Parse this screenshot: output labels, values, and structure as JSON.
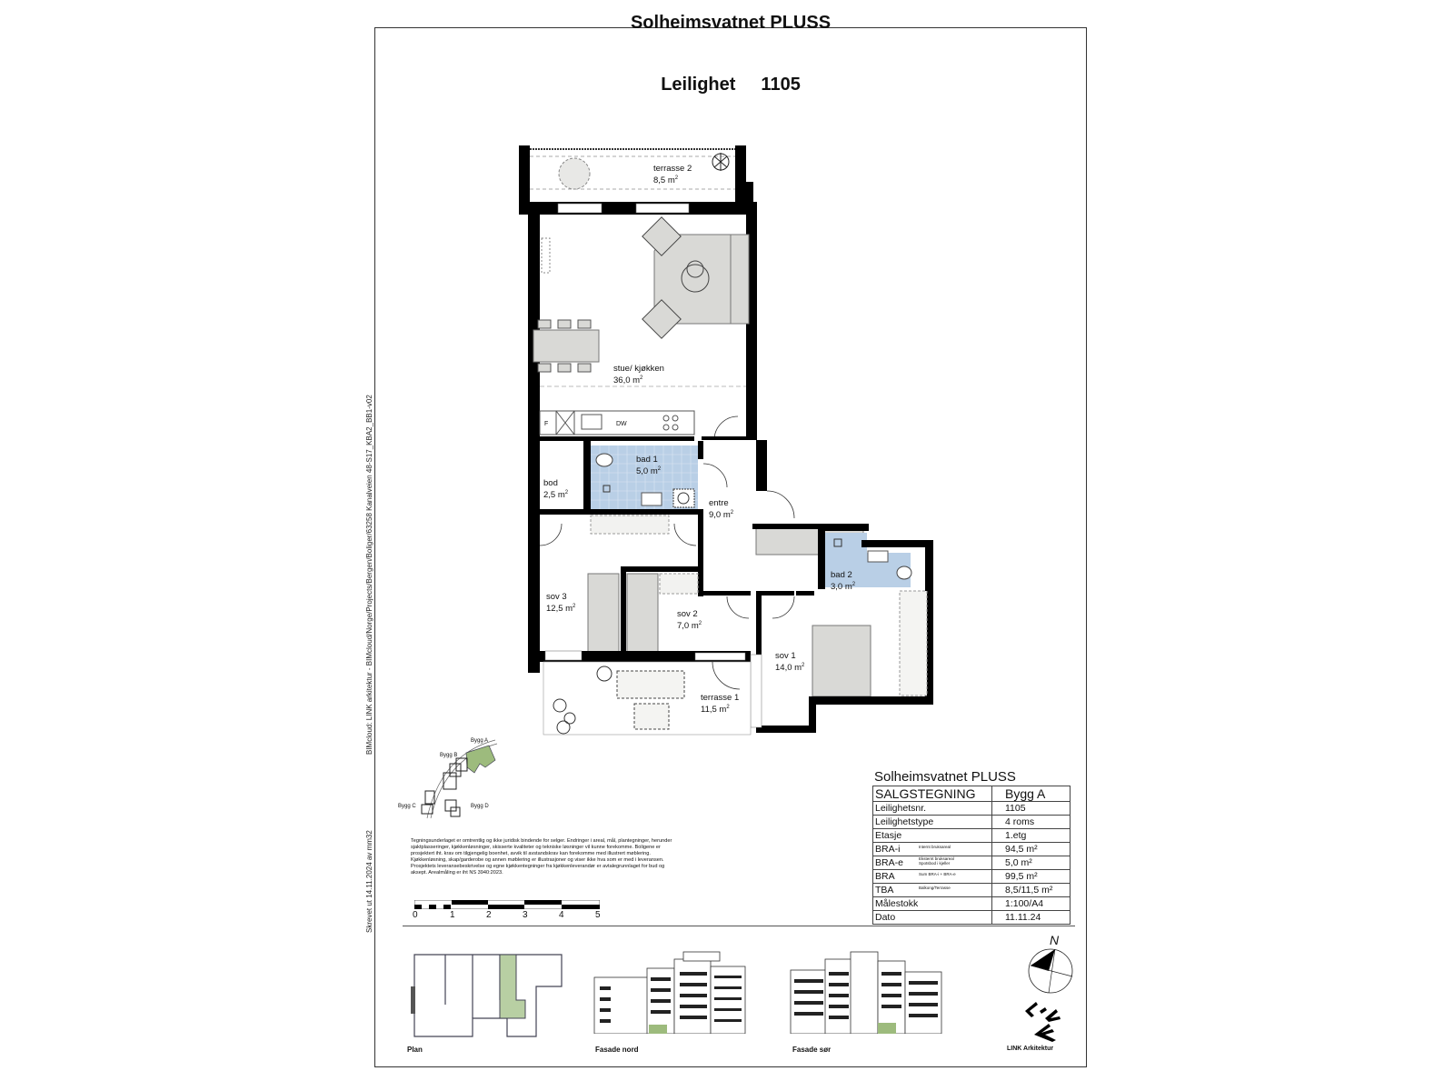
{
  "header": {
    "project": "Solheimsvatnet PLUSS",
    "unit_label": "Leilighet",
    "unit_number": "1105"
  },
  "side_text": {
    "bimcloud_path": "BIMcloud: LINK arkitektur - BIMcloud/Norge/Projects/Bergen/Boliger/63258 Kanalveien 48-S17_KBA2_BB1-v02",
    "printed": "Skrevet ut 14.11.2024 av mm32"
  },
  "rooms": [
    {
      "name": "terrasse 2",
      "area": "8,5 m",
      "sup": "2"
    },
    {
      "name": "stue/ kjøkken",
      "area": "36,0 m",
      "sup": "2"
    },
    {
      "name": "bad 1",
      "area": "5,0 m",
      "sup": "2"
    },
    {
      "name": "bod",
      "area": "2,5 m",
      "sup": "2"
    },
    {
      "name": "entre",
      "area": "9,0 m",
      "sup": "2"
    },
    {
      "name": "bad 2",
      "area": "3,0 m",
      "sup": "2"
    },
    {
      "name": "sov 3",
      "area": "12,5 m",
      "sup": "2"
    },
    {
      "name": "sov 2",
      "area": "7,0 m",
      "sup": "2"
    },
    {
      "name": "sov 1",
      "area": "14,0 m",
      "sup": "2"
    },
    {
      "name": "terrasse 1",
      "area": "11,5 m",
      "sup": "2"
    }
  ],
  "kitchen_labels": {
    "fridge": "F",
    "dishwasher": "DW"
  },
  "site_plan": {
    "buildings": [
      "Bygg A",
      "Bygg B",
      "Bygg C",
      "Bygg D"
    ],
    "highlight_color": "#9dbb7d"
  },
  "disclaimer": "Tegningsunderlaget er omtrentlig og ikke juridisk bindende for selger. Endringer i areal, mål, plantegninger, herunder sjaktplasseringer, kjøkkenløsninger, skisserte kvaliteter og tekniske løsninger vil kunne forekomme. Boligene er prosjektert iht. krav om tilgjengelig boenhet, avvik til avstandskrav kan forekomme med illustrert møblering. Kjøkkenløsning, skap/garderobe og annen møblering er illustrasjoner og viser ikke hva som er med i leveransen. Prosjektets leveransebeskrivelse og egne kjøkkentegninger fra kjøkkenleverandør er avtalegrunnlaget for bud og aksept. Arealmåling er iht NS 3940:2023.",
  "scale_bar": {
    "ticks": [
      "0",
      "1",
      "2",
      "3",
      "4",
      "5"
    ]
  },
  "title_block": {
    "title": "Solheimsvatnet PLUSS",
    "heading": "SALGSTEGNING",
    "building": "Bygg A",
    "rows": [
      {
        "key": "Leilighetsnr.",
        "note": "",
        "value": "1105"
      },
      {
        "key": "Leilighetstype",
        "note": "",
        "value": "4 roms"
      },
      {
        "key": "Etasje",
        "note": "",
        "value": "1.etg"
      },
      {
        "key": "BRA-i",
        "note": "Internt bruksareal",
        "value": "94,5 m²"
      },
      {
        "key": "BRA-e",
        "note": "Eksternt bruksareal Spotsbod i kjeller",
        "value": "5,0 m²"
      },
      {
        "key": "BRA",
        "note": "Sum BRA-i + BRA-e",
        "value": "99,5 m²"
      },
      {
        "key": "TBA",
        "note": "Balkong/Terrasse",
        "value": "8,5/11,5 m²"
      },
      {
        "key": "Målestokk",
        "note": "",
        "value": "1:100/A4"
      },
      {
        "key": "Dato",
        "note": "",
        "value": "11.11.24"
      }
    ]
  },
  "thumbnails": [
    {
      "caption": "Plan"
    },
    {
      "caption": "Fasade nord"
    },
    {
      "caption": "Fasade sør"
    }
  ],
  "north_label": "N",
  "logo": {
    "caption": "LINK Arkitektur"
  },
  "colors": {
    "wall": "#000000",
    "bath_tile": "#b9cfe6",
    "furniture": "#d9d9d6",
    "highlight": "#9dbb7d"
  }
}
